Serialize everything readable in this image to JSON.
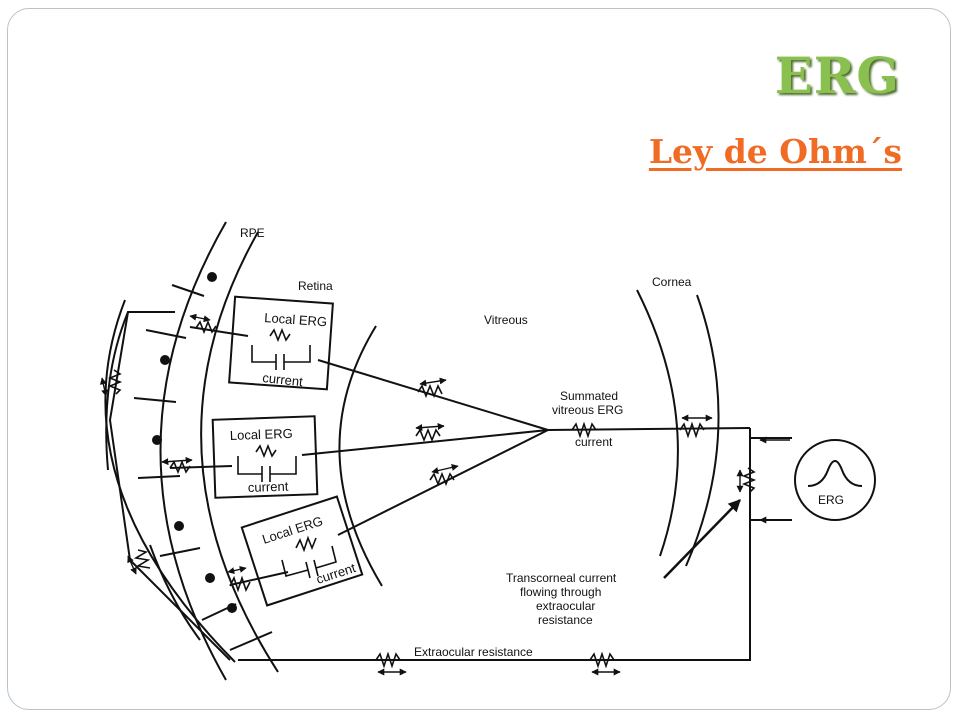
{
  "slide": {
    "title": "ERG",
    "subtitle": "Ley de Ohm´s"
  },
  "diagram": {
    "labels": {
      "rpe": "RPE",
      "retina": "Retina",
      "vitreous": "Vitreous",
      "cornea": "Cornea",
      "summated_1": "Summated",
      "summated_2": "vitreous ERG",
      "current": "current",
      "erg": "ERG",
      "extraocular": "Extraocular resistance",
      "trans_1": "Transcorneal current",
      "trans_2": "flowing through",
      "trans_3": "extraocular",
      "trans_4": "resistance"
    },
    "local_boxes": [
      {
        "title": "Local ERG",
        "current": "current"
      },
      {
        "title": "Local ERG",
        "current": "current"
      },
      {
        "title": "Local ERG",
        "current": "current"
      }
    ]
  },
  "colors": {
    "title_green": "#8ac050",
    "subtitle_orange": "#f06b24",
    "ink": "#111111"
  }
}
